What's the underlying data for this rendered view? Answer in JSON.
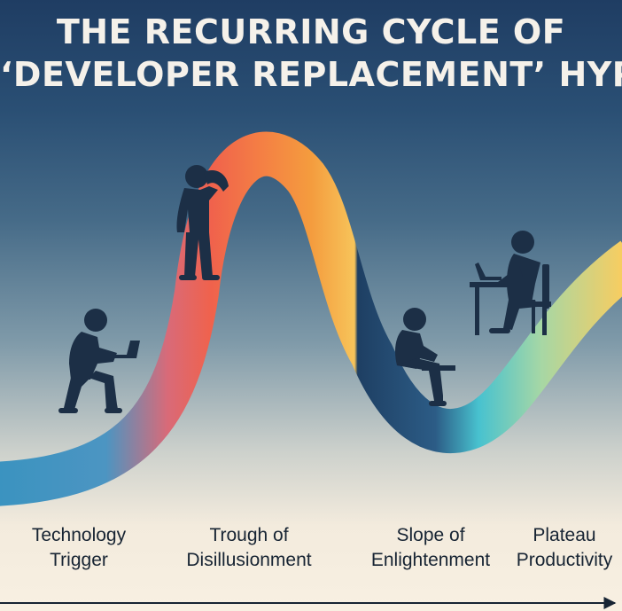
{
  "title": {
    "line1": "THE RECURRING CYCLE OF",
    "line2": "‘DEVELOPER REPLACEMENT’ HYPE"
  },
  "stages": [
    {
      "line1": "Technology",
      "line2": "Trigger"
    },
    {
      "line1": "Trough of",
      "line2": "Disillusionment"
    },
    {
      "line1": "Slope of",
      "line2": "Enlightenment"
    },
    {
      "line1": "Plateau",
      "line2": "Productivity"
    }
  ],
  "colors": {
    "sky_top": "#1f3d63",
    "ground": "#f8f0e2",
    "curve_blue": "#3b93c0",
    "curve_red": "#f0624c",
    "curve_orange": "#f49c3e",
    "curve_yellow": "#f7cd61",
    "curve_navy": "#1e3f63",
    "curve_teal": "#48c2cf",
    "silhouette": "#1c2f46",
    "text_dark": "#172433",
    "title_text": "#f5f1ea"
  },
  "figures": [
    {
      "pose": "crouching-with-laptop-icon"
    },
    {
      "pose": "standing-head-scratch-icon"
    },
    {
      "pose": "sitting-laptop-on-lap-icon"
    },
    {
      "pose": "desk-chair-laptop-icon"
    }
  ]
}
